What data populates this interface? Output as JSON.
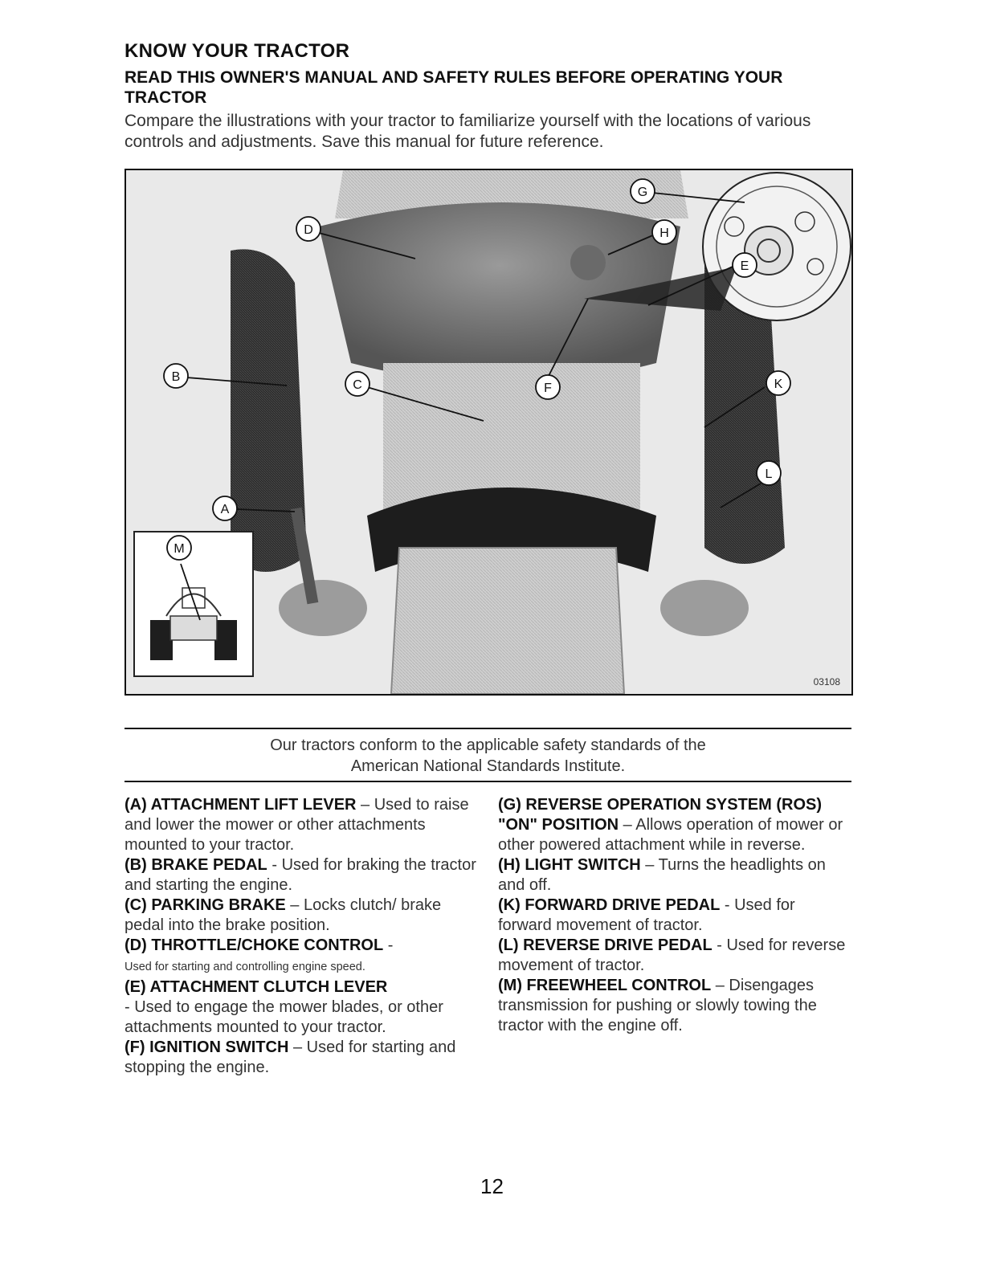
{
  "heading": "KNOW YOUR TRACTOR",
  "subheading": "READ THIS OWNER'S MANUAL AND SAFETY RULES BEFORE OPERATING YOUR TRACTOR",
  "intro": "Compare the illustrations with your tractor to familiarize yourself with the locations of various controls and adjustments. Save this manual for future reference.",
  "figure": {
    "id": "03108",
    "callouts": [
      "A",
      "B",
      "C",
      "D",
      "E",
      "F",
      "G",
      "H",
      "K",
      "L",
      "M"
    ]
  },
  "notice_line1": "Our tractors conform to the applicable safety standards of the",
  "notice_line2": "American National Standards Institute.",
  "controls_left": [
    {
      "term": "(A) ATTACHMENT LIFT LEVER",
      "sep": " – ",
      "text": "Used to raise and lower the mower or other attachments mounted to your tractor."
    },
    {
      "term": "(B) BRAKE PEDAL",
      "sep": " - ",
      "text": "Used for braking the tractor and starting the engine."
    },
    {
      "term": "(C) PARKING BRAKE",
      "sep": " – ",
      "text": "Locks clutch/ brake pedal into the brake position."
    },
    {
      "term": "(D) THROTTLE/CHOKE CONTROL",
      "sep": " - ",
      "text": "Used for starting and controlling engine speed."
    },
    {
      "term": "(E) ATTACHMENT CLUTCH LEVER",
      "sep": " - ",
      "text": "Used to engage the mower blades, or other attachments mounted to your tractor."
    },
    {
      "term": "(F) IGNITION SWITCH",
      "sep": " – ",
      "text": "Used for starting and stopping the engine."
    }
  ],
  "controls_right": [
    {
      "term": "(G) REVERSE OPERATION SYSTEM (ROS) \"ON\" POSITION",
      "sep": " – ",
      "text": "Allows operation of mower or other powered attachment while in reverse."
    },
    {
      "term": "(H) LIGHT SWITCH",
      "sep": " – ",
      "text": "Turns the headlights on and off."
    },
    {
      "term": "(K) FORWARD DRIVE PEDAL",
      "sep": " - ",
      "text": "Used for forward movement of tractor."
    },
    {
      "term": "(L) REVERSE DRIVE PEDAL",
      "sep": " - ",
      "text": "Used for reverse movement of tractor."
    },
    {
      "term": "(M) FREEWHEEL CONTROL",
      "sep": " – ",
      "text": "Disengages transmission for pushing or slowly towing the tractor with the engine off."
    }
  ],
  "page_number": "12"
}
